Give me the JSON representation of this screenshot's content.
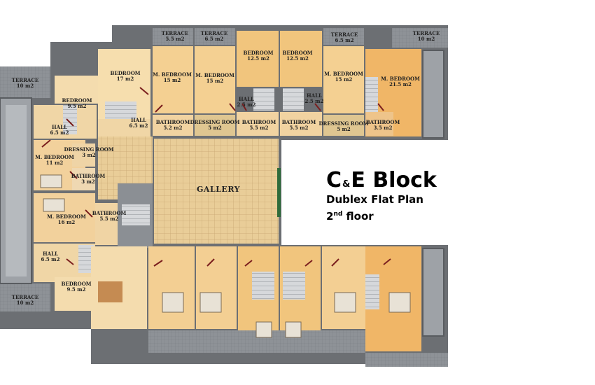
{
  "title": {
    "part1": "C",
    "amp": "&",
    "part2": "E Block"
  },
  "subtitle": "Dublex Flat Plan",
  "floor": {
    "num": "2",
    "suffix": "nd",
    "word": " floor"
  },
  "colors": {
    "room_light": "#f4d7a4",
    "room_orange": "#f0b667",
    "wall": "#6c6f73",
    "terrace": "#8b8f94",
    "gallery": "#e8c992",
    "stair": "#c9ccd0"
  },
  "labels": {
    "terrace_l_top": {
      "name": "TERRACE",
      "area": "10 m2"
    },
    "terrace_l_bot": {
      "name": "TERRACE",
      "area": "10 m2"
    },
    "terrace_t1": {
      "name": "TERRACE",
      "area": "5.5 m2"
    },
    "terrace_t2": {
      "name": "TERRACE",
      "area": "6.5 m2"
    },
    "terrace_t3": {
      "name": "TERRACE",
      "area": "6.5 m2"
    },
    "terrace_r_top": {
      "name": "TERRACE",
      "area": "10 m2"
    },
    "bedroom_l_top": {
      "name": "BEDROOM",
      "area": "9.5 m2"
    },
    "hall_l_top": {
      "name": "HALL",
      "area": "6.5 m2"
    },
    "mbed_l_11": {
      "name": "M. BEDROOM",
      "area": "11 m2"
    },
    "dressing_l": {
      "name": "DRESSING ROOM",
      "area": "3 m2"
    },
    "bath_l_3": {
      "name": "BATHROOM",
      "area": "3 m2"
    },
    "mbed_l_16": {
      "name": "M. BEDROOM",
      "area": "16 m2"
    },
    "bath_l_55": {
      "name": "BATHROOM",
      "area": "5.5 m2"
    },
    "hall_l_bot": {
      "name": "HALL",
      "area": "6.5 m2"
    },
    "bedroom_l_bot": {
      "name": "BEDROOM",
      "area": "9.5 m2"
    },
    "bedroom_17": {
      "name": "BEDROOM",
      "area": "17 m2"
    },
    "mbed_t1": {
      "name": "M. BEDROOM",
      "area": "15 m2"
    },
    "mbed_t2": {
      "name": "M. BEDROOM",
      "area": "15 m2"
    },
    "bed_t3": {
      "name": "BEDROOM",
      "area": "12.5 m2"
    },
    "bed_t4": {
      "name": "BEDROOM",
      "area": "12.5 m2"
    },
    "mbed_t5": {
      "name": "M. BEDROOM",
      "area": "15 m2"
    },
    "mbed_t6": {
      "name": "M. BEDROOM",
      "area": "21.5 m2"
    },
    "hall_t1": {
      "name": "HALL",
      "area": "6.5 m2"
    },
    "hall_t2": {
      "name": "HALL",
      "area": "2.5 m2"
    },
    "hall_t3": {
      "name": "HALL",
      "area": "2.5 m2"
    },
    "bath_t1": {
      "name": "BATHROOM",
      "area": "5.2 m2"
    },
    "dress_t1": {
      "name": "DRESSING ROOM",
      "area": "5 m2"
    },
    "bath_t2": {
      "name": "BATHROOM",
      "area": "5.5 m2"
    },
    "bath_t3": {
      "name": "BATHROOM",
      "area": "5.5 m2"
    },
    "dress_t2": {
      "name": "DRESSING ROOM",
      "area": "5 m2"
    },
    "bath_t4": {
      "name": "BATHROOM",
      "area": "3.5 m2"
    },
    "gallery": {
      "name": "GALLERY"
    }
  }
}
